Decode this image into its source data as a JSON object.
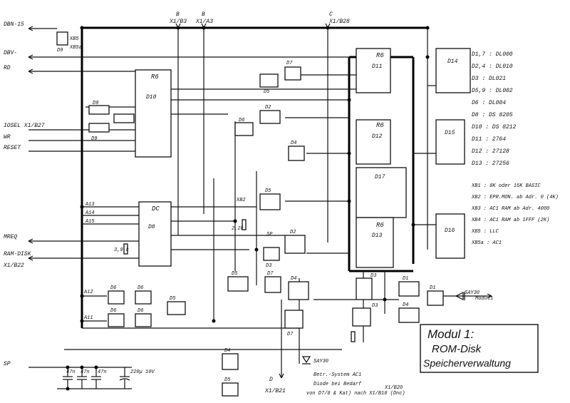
{
  "left_signals": [
    {
      "id": "dbn15",
      "label": "DBN-15"
    },
    {
      "id": "dbv",
      "label": "DBV-"
    },
    {
      "id": "rd",
      "label": "RD"
    },
    {
      "id": "iosel",
      "label": "IOSEL X1/B27"
    },
    {
      "id": "wr",
      "label": "WR"
    },
    {
      "id": "reset",
      "label": "RESET"
    },
    {
      "id": "a13",
      "label": "A13"
    },
    {
      "id": "a14",
      "label": "A14"
    },
    {
      "id": "a15",
      "label": "A15"
    },
    {
      "id": "mreq",
      "label": "MREQ"
    },
    {
      "id": "ramdisk",
      "label": "RAM-DISK"
    },
    {
      "id": "x1b22",
      "label": "X1/B22"
    },
    {
      "id": "a12",
      "label": "A12"
    },
    {
      "id": "a11",
      "label": "A11"
    },
    {
      "id": "sp",
      "label": "SP"
    }
  ],
  "top_signals": [
    {
      "id": "b_x1b3",
      "letter": "B",
      "label": "X1/B3"
    },
    {
      "id": "b_x1a3",
      "letter": "B",
      "label": "X1/A3"
    },
    {
      "id": "c_x1b28",
      "letter": "C",
      "label": "X1/B28"
    }
  ],
  "chips": [
    {
      "id": "d10",
      "type": "R6",
      "label": "D10"
    },
    {
      "id": "d8",
      "type": "DC",
      "label": "D8"
    },
    {
      "id": "d11",
      "type": "R6",
      "label": "D11"
    },
    {
      "id": "d12",
      "type": "R6",
      "label": "D12"
    },
    {
      "id": "d13",
      "type": "R6",
      "label": "D13"
    },
    {
      "id": "d17",
      "type": "",
      "label": "D17"
    },
    {
      "id": "d14",
      "type": "",
      "label": "D14"
    },
    {
      "id": "d15",
      "type": "",
      "label": "D15"
    },
    {
      "id": "d16",
      "type": "",
      "label": "D16"
    }
  ],
  "gates": [
    "D9",
    "D9",
    "D9",
    "D5",
    "D7",
    "D2",
    "D6",
    "D4",
    "D5",
    "D2",
    "D3",
    "D7",
    "D5",
    "D4",
    "D3",
    "D1",
    "D6",
    "D6",
    "D6",
    "D6",
    "D5",
    "D4",
    "D7",
    "D3",
    "D1",
    "D4",
    "D5"
  ],
  "legend_ics": [
    {
      "id": "l1",
      "label": "D1,7 : DL000"
    },
    {
      "id": "l2",
      "label": "D2,4 : DL010"
    },
    {
      "id": "l3",
      "label": "D3 : DL021"
    },
    {
      "id": "l4",
      "label": "D5,9 : DL002"
    },
    {
      "id": "l5",
      "label": "D6 : DL004"
    },
    {
      "id": "l6",
      "label": "D8 : DS 8205"
    },
    {
      "id": "l7",
      "label": "D10 : DS 8212"
    },
    {
      "id": "l8",
      "label": "D11 : 2764"
    },
    {
      "id": "l9",
      "label": "D12 : 27128"
    },
    {
      "id": "l10",
      "label": "D13 : 27256"
    }
  ],
  "legend_jumpers": [
    {
      "id": "j1",
      "label": "XB1 : 8K oder 16K BASIC"
    },
    {
      "id": "j2",
      "label": "XB2 : EPR.MON. ab Adr. 0 (4K)"
    },
    {
      "id": "j3",
      "label": "XB3 : AC1 RAM ab Adr. 4000"
    },
    {
      "id": "j4",
      "label": "XB4 : AC1 RAM ab 1FFF (2K)"
    },
    {
      "id": "j5",
      "label": "XB5 : LLC"
    },
    {
      "id": "j6",
      "label": "XB5a : AC1"
    }
  ],
  "title_box": {
    "line1": "Modul 1:",
    "line2": "ROM-Disk",
    "line3": "Speicherverwaltung"
  },
  "bottom_notes": {
    "diode": "SAY30",
    "line1": "Betr.-System AC1",
    "line2": "Diode bei Bedarf",
    "line3": "von D7/8 & Kat) nach X1/B10 (Dnc)",
    "out_d": "D",
    "out_x1b21": "X1/B21",
    "pin_ref": "X1/B20"
  },
  "caps": [
    "47n",
    "47n",
    "47n",
    "220μ 10V"
  ],
  "misc_labels": {
    "xb5": "XB5",
    "xb5a": "XB5a",
    "xb2": "XB2",
    "sp": "SP",
    "res1": "3,9 k",
    "res2": "2,2k",
    "diode2": "SAY30",
    "out_right": "Modul1"
  }
}
